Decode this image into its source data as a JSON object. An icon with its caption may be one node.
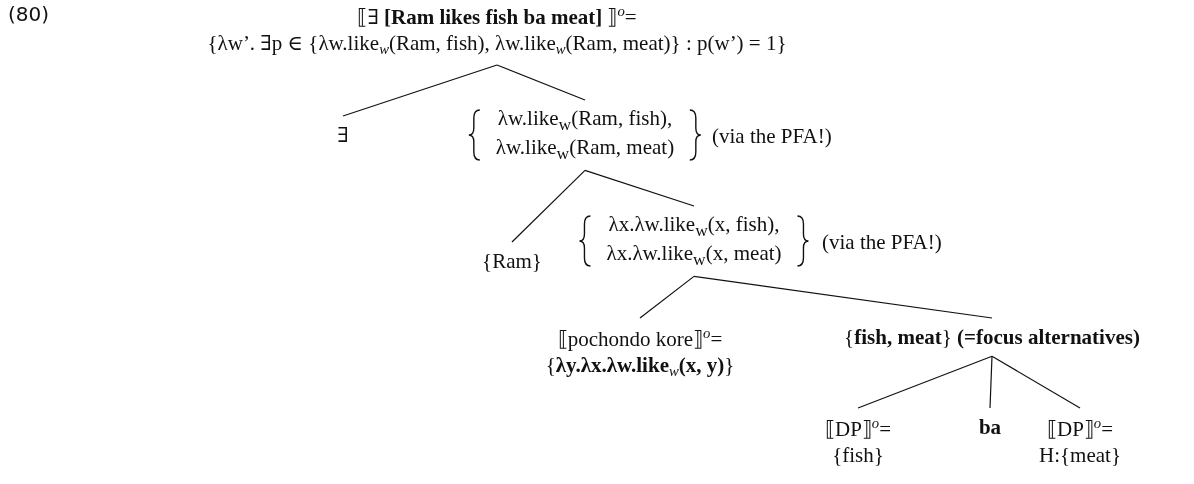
{
  "diagram": {
    "nodes": [
      {
        "text": [
          "⟦∃ **[Ram likes fish ba meat]** ⟧$^{o}$=",
          "{λw’. ∃p ∈ {λw.like$_{w}$(Ram, fish), λw.like$_{w}$(Ram, meat)} : p(w’) = 1}"
        ]
      },
      {
        "text": [
          "∃"
        ]
      },
      {
        "text": [
          "λw.like$_{w}$(Ram, fish), λw.like$_{w}$(Ram, meat)"
        ],
        "beside": [
          "(via the PFA!)"
        ]
      },
      {
        "text": [
          "{Ram}"
        ]
      },
      {
        "text": [
          "λx.λw.like$_{w}$(x, fish), λx.λw.like$_{w}$(x, meat)"
        ],
        "beside": [
          "(via the PFA!)"
        ]
      },
      {
        "text": [
          "⟦pochondo kore⟧$^{o}$=",
          "{**λy.λx.λw.like**$_{w}$**(x, y)**}"
        ]
      },
      {
        "text": [
          "{**fish, meat**} **(=focus alternatives)**"
        ]
      },
      {
        "text": [
          "⟦DP⟧$^{o}$=",
          "{fish}"
        ]
      },
      {
        "text": [
          "ba"
        ]
      },
      {
        "text": [
          "⟦DP⟧$^{o}$=",
          "H:{meat}"
        ]
      }
    ],
    "edges": [
      {
        "from": 0,
        "to": 1,
        "arrow": "none"
      },
      {
        "from": 0,
        "to": 2,
        "arrow": "none"
      },
      {
        "from": 2,
        "to": 3,
        "arrow": "none"
      },
      {
        "from": 2,
        "to": 4,
        "arrow": "none"
      },
      {
        "from": 4,
        "to": 5,
        "arrow": "none"
      },
      {
        "from": 4,
        "to": 6,
        "arrow": "none"
      },
      {
        "from": 6,
        "to": 7,
        "arrow": "none"
      },
      {
        "from": 6,
        "to": 8,
        "arrow": "none"
      },
      {
        "from": 6,
        "to": 9,
        "arrow": "none"
      }
    ],
    "labels": [
      "(80)"
    ]
  }
}
